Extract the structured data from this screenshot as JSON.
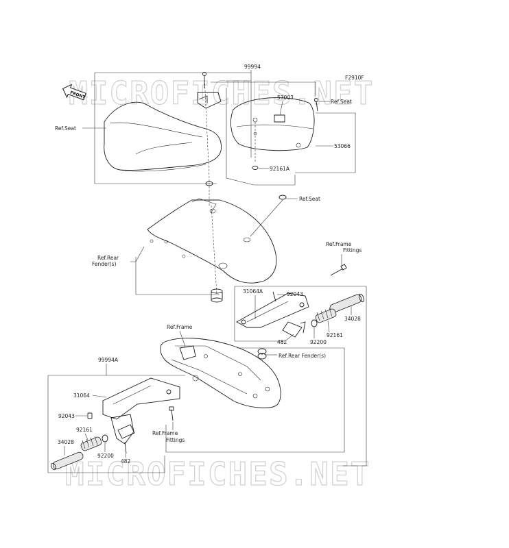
{
  "figure_code": "F2910F",
  "watermark": "MICROFICHES.NET",
  "front_label": "FRONT",
  "parts": {
    "p99994": "99994",
    "p53003": "53003",
    "p53066": "53066",
    "p92161A": "92161A",
    "p31064A": "31064A",
    "p92043_r": "92043",
    "p34028_r": "34028",
    "p92161_r": "92161",
    "p92200_r": "92200",
    "p482_r": "482",
    "p99994A": "99994A",
    "p31064": "31064",
    "p92043_l": "92043",
    "p92161_l": "92161",
    "p34028_l": "34028",
    "p92200_l": "92200",
    "p482_l": "482"
  },
  "refs": {
    "ref_seat_left": "Ref.Seat",
    "ref_seat_top": "Ref.Seat",
    "ref_seat_mid": "Ref.Seat",
    "ref_frame_fittings_top_1": "Ref.Frame",
    "ref_frame_fittings_top_2": "Fittings",
    "ref_rear_fender_1": "Ref.Rear",
    "ref_rear_fender_2": "Fender(s)",
    "ref_frame": "Ref.Frame",
    "ref_rear_fender_s": "Ref.Rear Fender(s)",
    "ref_frame_fittings_bot_1": "Ref.Frame",
    "ref_frame_fittings_bot_2": "Fittings"
  }
}
